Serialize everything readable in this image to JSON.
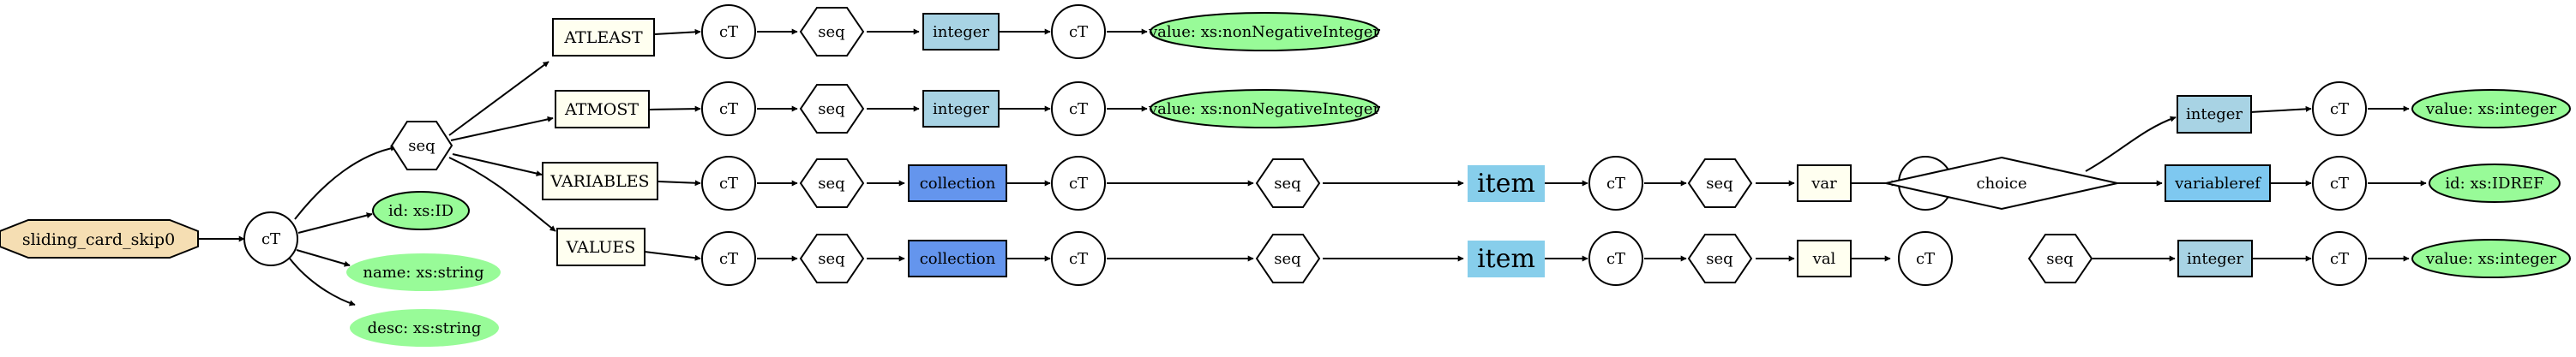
{
  "colors": {
    "root_fill": "#f5deb3",
    "keyword_fill": "#fffff0",
    "integer_fill": "#a8d3e4",
    "collection_fill": "#6495ed",
    "item_fill": "#87ceeb",
    "variableref_fill": "#7ec8f0",
    "attr_fill": "#98fb98",
    "node_fill": "#ffffff",
    "stroke": "#000000"
  },
  "nodes": {
    "root": "sliding_card_skip0",
    "ct_root": "cT",
    "seq_main": "seq",
    "attr_id": "id: xs:ID",
    "attr_name": "name: xs:string",
    "attr_desc": "desc: xs:string",
    "atleast": {
      "keyword": "ATLEAST",
      "ct1": "cT",
      "seq": "seq",
      "type": "integer",
      "ct2": "cT",
      "value": "value: xs:nonNegativeInteger"
    },
    "atmost": {
      "keyword": "ATMOST",
      "ct1": "cT",
      "seq": "seq",
      "type": "integer",
      "ct2": "cT",
      "value": "value: xs:nonNegativeInteger"
    },
    "variables": {
      "keyword": "VARIABLES",
      "ct1": "cT",
      "seq1": "seq",
      "collection": "collection",
      "ct2": "cT",
      "seq2": "seq",
      "item": "item",
      "ct3": "cT",
      "seq3": "seq",
      "var": "var",
      "ct4": "cT",
      "choice": "choice",
      "integer": "integer",
      "ct5": "cT",
      "value_int": "value: xs:integer",
      "variableref": "variableref",
      "ct6": "cT",
      "idref": "id: xs:IDREF"
    },
    "values": {
      "keyword": "VALUES",
      "ct1": "cT",
      "seq1": "seq",
      "collection": "collection",
      "ct2": "cT",
      "seq2": "seq",
      "item": "item",
      "ct3": "cT",
      "seq3": "seq",
      "val": "val",
      "ct4": "cT",
      "seq4": "seq",
      "integer": "integer",
      "ct5": "cT",
      "value_int": "value: xs:integer"
    }
  }
}
